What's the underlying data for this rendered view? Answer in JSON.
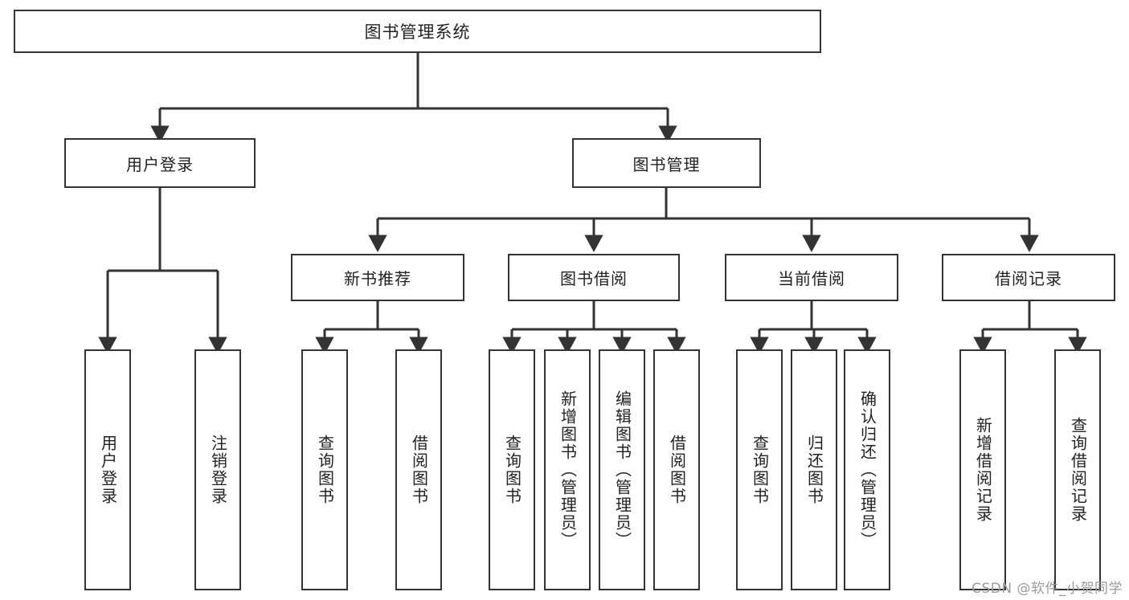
{
  "diagram": {
    "title": "图书管理系统",
    "type": "hierarchy-tree",
    "line_color": "#333333",
    "background_color": "#ffffff",
    "root": {
      "label": "图书管理系统"
    },
    "level1": [
      {
        "label": "用户登录"
      },
      {
        "label": "图书管理"
      }
    ],
    "level2": [
      {
        "label": "新书推荐"
      },
      {
        "label": "图书借阅"
      },
      {
        "label": "当前借阅"
      },
      {
        "label": "借阅记录"
      }
    ],
    "leaves": {
      "user_login": [
        {
          "label": "用户登录"
        },
        {
          "label": "注销登录"
        }
      ],
      "new_book_recommend": [
        {
          "label": "查询图书"
        },
        {
          "label": "借阅图书"
        }
      ],
      "book_borrow": [
        {
          "label": "查询图书"
        },
        {
          "label": "新增图书（管理员）"
        },
        {
          "label": "编辑图书（管理员）"
        },
        {
          "label": "借阅图书"
        }
      ],
      "current_borrow": [
        {
          "label": "查询图书"
        },
        {
          "label": "归还图书"
        },
        {
          "label": "确认归还（管理员）"
        }
      ],
      "borrow_record": [
        {
          "label": "新增借阅记录"
        },
        {
          "label": "查询借阅记录"
        }
      ]
    }
  },
  "watermark": {
    "text": "CSDN @软件_小贺同学"
  }
}
